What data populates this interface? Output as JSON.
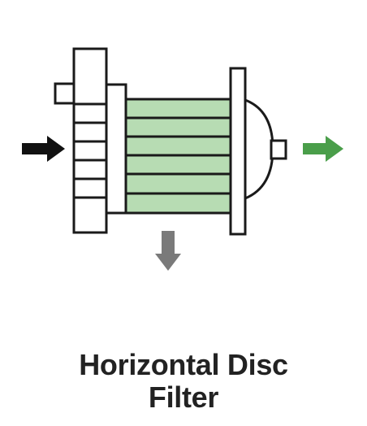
{
  "caption": {
    "line1": "Horizontal Disc",
    "line2": "Filter"
  },
  "colors": {
    "outline": "#1a1a1a",
    "disc_fill": "#b7dcb3",
    "inlet_arrow": "#111111",
    "outlet_arrow": "#4a9e4a",
    "drain_arrow": "#7a7a7a",
    "caption_text": "#222222"
  },
  "diagram": {
    "components": [
      "inlet-arrow",
      "inlet-manifold",
      "filter-disc-stack",
      "end-plate",
      "domed-end-cap",
      "outlet-nozzle",
      "outlet-arrow",
      "drain-arrow"
    ],
    "disc_count": 6
  }
}
